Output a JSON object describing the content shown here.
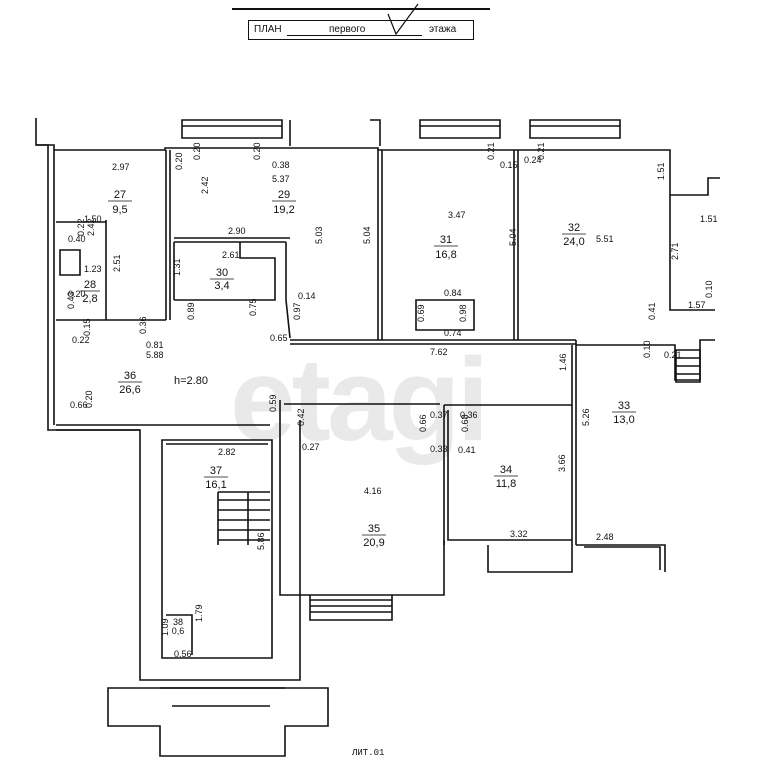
{
  "header": {
    "plan": "ПЛАН",
    "floor": "первого",
    "suffix": "этажа"
  },
  "footer": {
    "sheet": "ЛИТ.01"
  },
  "watermark": "etagi",
  "ceiling": "h=2.80",
  "rooms": [
    {
      "id": "27",
      "area": "9,5"
    },
    {
      "id": "28",
      "area": "2,8"
    },
    {
      "id": "29",
      "area": "19,2"
    },
    {
      "id": "30",
      "area": "3,4"
    },
    {
      "id": "31",
      "area": "16,8"
    },
    {
      "id": "32",
      "area": "24,0"
    },
    {
      "id": "33",
      "area": "13,0"
    },
    {
      "id": "34",
      "area": "11,8"
    },
    {
      "id": "35",
      "area": "20,9"
    },
    {
      "id": "36",
      "area": "26,6"
    },
    {
      "id": "37",
      "area": "16,1"
    },
    {
      "id": "38",
      "area": "0,6"
    }
  ],
  "dimensions": [
    "2.97",
    "0.20",
    "0.20",
    "0.20",
    "5.37",
    "0.38",
    "2.42",
    "1.50",
    "0.40",
    "0.22",
    "2.42",
    "2.51",
    "1.23",
    "0.20",
    "0.43",
    "2.90",
    "2.61",
    "1.31",
    "5.03",
    "5.04",
    "0.14",
    "0.97",
    "0.75",
    "0.89",
    "0.36",
    "0.81",
    "5.88",
    "0.15",
    "0.22",
    "0.65",
    "0.21",
    "0.15",
    "0.24",
    "0.21",
    "3.47",
    "1.51",
    "1.51",
    "5.51",
    "2.71",
    "5.04",
    "0.84",
    "0.69",
    "0.74",
    "0.98",
    "1.57",
    "0.10",
    "0.41",
    "7.62",
    "1.46",
    "0.10",
    "0.21",
    "0.66",
    "0.20",
    "0.59",
    "0.42",
    "0.37",
    "0.36",
    "0.66",
    "0.68",
    "0.33",
    "0.41",
    "0.27",
    "2.82",
    "4.16",
    "3.66",
    "5.26",
    "3.32",
    "2.48",
    "5.86",
    "1.79",
    "1.09",
    "0.56"
  ]
}
